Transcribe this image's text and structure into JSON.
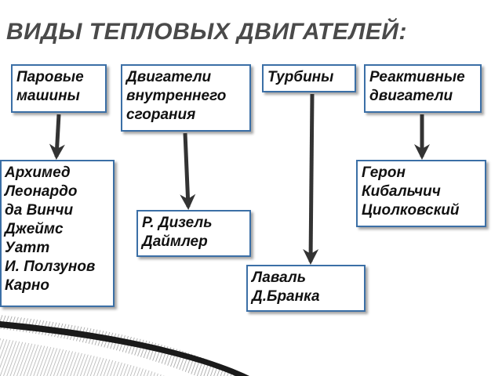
{
  "title": "ВИДЫ ТЕПЛОВЫХ ДВИГАТЕЛЕЙ:",
  "categories": [
    {
      "label": "Паровые\nмашины",
      "examples": "Архимед\nЛеонардо\nда Винчи\nДжеймс\nУатт\nИ. Ползунов\nКарно"
    },
    {
      "label": "Двигатели\nвнутреннего\nсгорания",
      "examples": "Р. Дизель\nДаймлер"
    },
    {
      "label": "Турбины",
      "examples": "Лаваль\nД.Бранка"
    },
    {
      "label": "Реактивные\nдвигатели",
      "examples": "Герон\nКибальчич\nЦиолковский"
    }
  ],
  "colors": {
    "box_border": "#3b6fa6",
    "title": "#4a4a4a",
    "arrow": "#333333"
  }
}
